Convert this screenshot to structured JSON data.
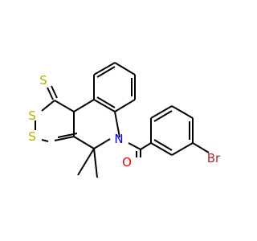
{
  "molecule": {
    "atoms": {
      "S_thione": {
        "label": "S",
        "color": "#b2b200"
      },
      "S_ring_upper": {
        "label": "S",
        "color": "#b2b200"
      },
      "S_ring_lower": {
        "label": "S",
        "color": "#b2b200"
      },
      "N": {
        "label": "N",
        "color": "#0000ff"
      },
      "O": {
        "label": "O",
        "color": "#ff0000"
      },
      "Br": {
        "label": "Br",
        "color": "#a52a2a"
      }
    }
  }
}
